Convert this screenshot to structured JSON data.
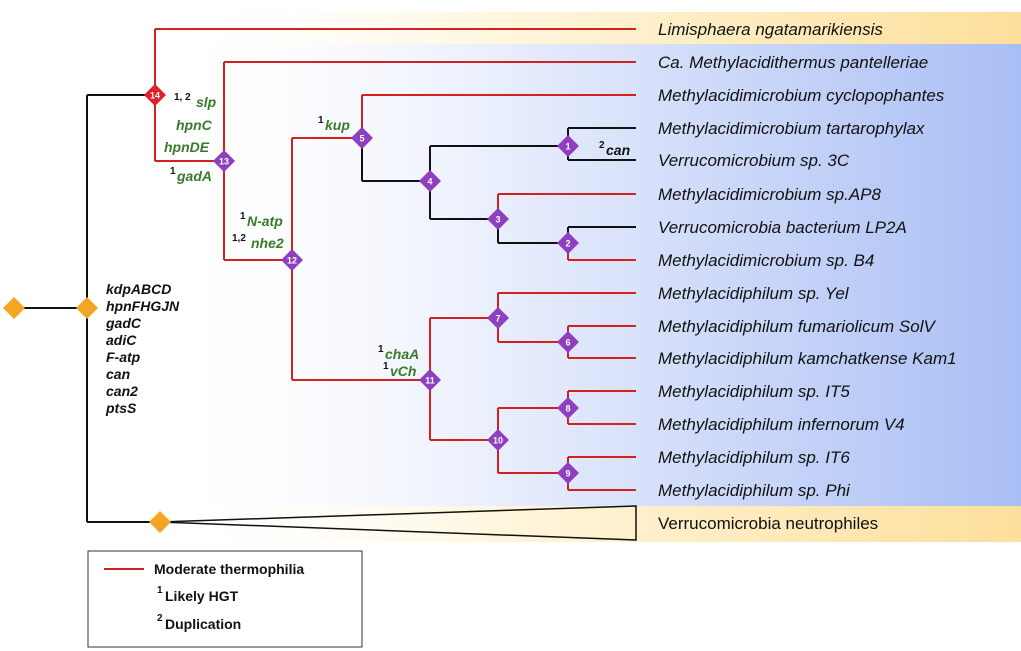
{
  "colors": {
    "thermo_line": "#d42020",
    "other_line": "#111111",
    "node_purple": "#8e3fc0",
    "node_red": "#e01f26",
    "node_orange": "#f3a623",
    "gene_green": "#3a7a2a",
    "band_yellow": "#fde7ad",
    "band_blue_light": "#ffffff",
    "band_blue_dark": "#a9bef4"
  },
  "taxa": [
    "Limisphaera ngatamarikiensis",
    "Ca. Methylacidithermus pantelleriae",
    "Methylacidimicrobium cyclopophantes",
    "Methylacidimicrobium tartarophylax",
    "Verrucomicrobium sp. 3C",
    "Methylacidimicrobium sp.AP8",
    "Verrucomicrobia bacterium LP2A",
    "Methylacidimicrobium sp. B4",
    "Methylacidiphilum sp. Yel",
    "Methylacidiphilum fumariolicum SolV",
    "Methylacidiphilum kamchatkense Kam1",
    "Methylacidiphilum sp. IT5",
    "Methylacidiphilum infernorum V4",
    "Methylacidiphilum sp. IT6",
    "Methylacidiphilum sp. Phi"
  ],
  "outgroup_label": "Verrucomicrobia neutrophiles",
  "nodes": [
    "1",
    "2",
    "3",
    "4",
    "5",
    "6",
    "7",
    "8",
    "9",
    "10",
    "11",
    "12",
    "13",
    "14"
  ],
  "root_genes": [
    "kdpABCD",
    "hpnFHGJN",
    "gadC",
    "adiC",
    "F-atp",
    "can",
    "can2",
    "ptsS"
  ],
  "gene_labels": {
    "slp": {
      "sup": "1, 2",
      "text": "slp"
    },
    "hpnC": {
      "sup": "",
      "text": "hpnC"
    },
    "hpnDE": {
      "sup": "",
      "text": "hpnDE"
    },
    "gadA": {
      "sup": "1",
      "text": "gadA"
    },
    "natp": {
      "sup": "1",
      "text": "N-atp"
    },
    "nhe2": {
      "sup": "1,2",
      "text": "nhe2"
    },
    "kup": {
      "sup": "1",
      "text": "kup"
    },
    "chaA": {
      "sup": "1",
      "text": "chaA"
    },
    "vCh": {
      "sup": "1",
      "text": "vCh"
    },
    "can": {
      "sup": "2",
      "text": "can"
    }
  },
  "legend": {
    "line_label": "Moderate thermophilia",
    "hgt_sup": "1",
    "hgt_label": "Likely HGT",
    "dup_sup": "2",
    "dup_label": "Duplication"
  }
}
